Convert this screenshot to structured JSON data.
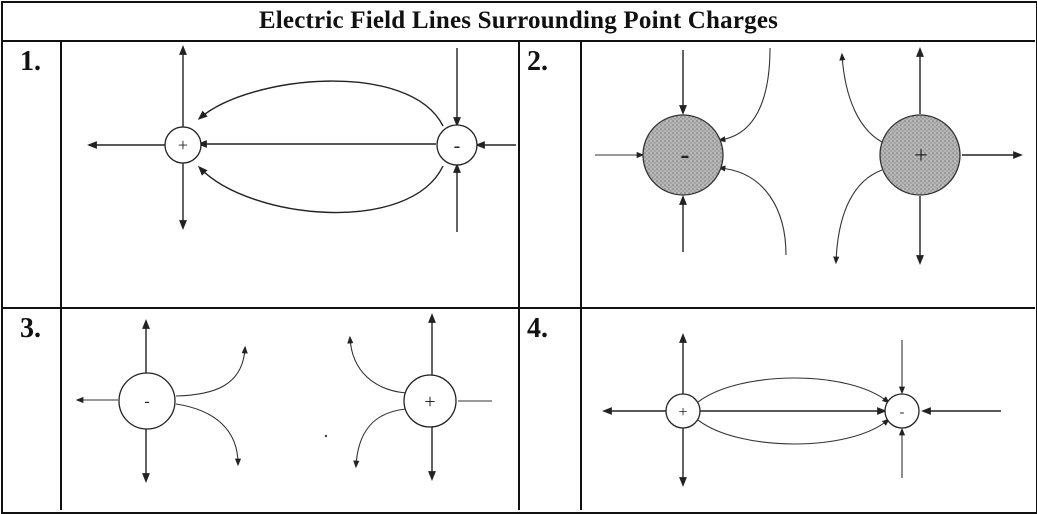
{
  "diagram": {
    "title": "Electric Field Lines Surrounding Point Charges",
    "panels": [
      {
        "label": "1.",
        "charges": [
          {
            "sign": "+"
          },
          {
            "sign": "-"
          }
        ]
      },
      {
        "label": "2.",
        "charges": [
          {
            "sign": "-"
          },
          {
            "sign": "+"
          }
        ]
      },
      {
        "label": "3.",
        "charges": [
          {
            "sign": "-"
          },
          {
            "sign": "+"
          }
        ]
      },
      {
        "label": "4.",
        "charges": [
          {
            "sign": "+"
          },
          {
            "sign": "-"
          }
        ]
      }
    ],
    "colors": {
      "line": "#222222",
      "shaded_charge": "#a9a9a9"
    }
  }
}
